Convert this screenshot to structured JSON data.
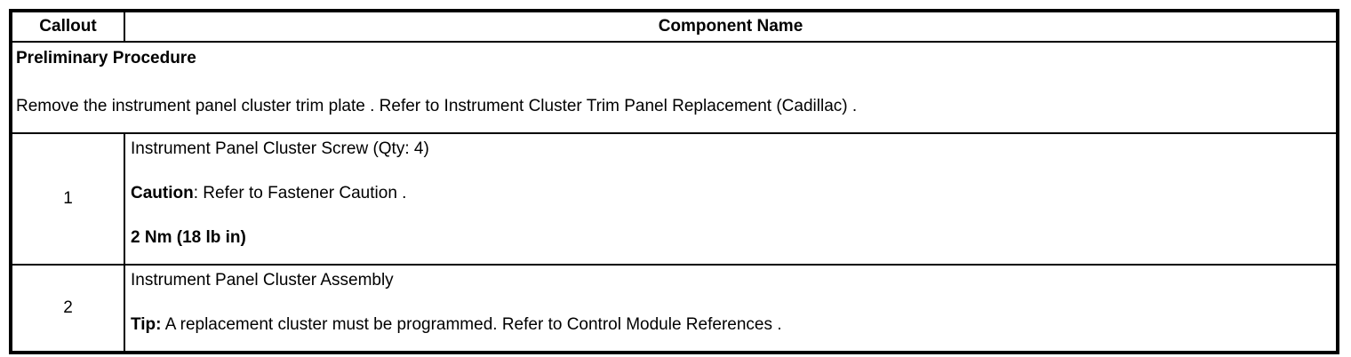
{
  "colors": {
    "background": "#ffffff",
    "border": "#000000",
    "text": "#000000"
  },
  "table": {
    "header": {
      "callout": "Callout",
      "component_name": "Component Name"
    },
    "preliminary": {
      "title": "Preliminary Procedure",
      "body": "Remove the instrument panel cluster trim plate . Refer to Instrument Cluster Trim Panel Replacement (Cadillac) ."
    },
    "rows": [
      {
        "callout": "1",
        "component": "Instrument Panel Cluster Screw (Qty: 4)",
        "caution_label": "Caution",
        "caution_rest": ": Refer to Fastener Caution .",
        "torque": "2 Nm (18 lb in)"
      },
      {
        "callout": "2",
        "component": "Instrument Panel Cluster Assembly",
        "tip_label": "Tip:",
        "tip_rest": " A replacement cluster must be programmed. Refer to Control Module References ."
      }
    ]
  }
}
